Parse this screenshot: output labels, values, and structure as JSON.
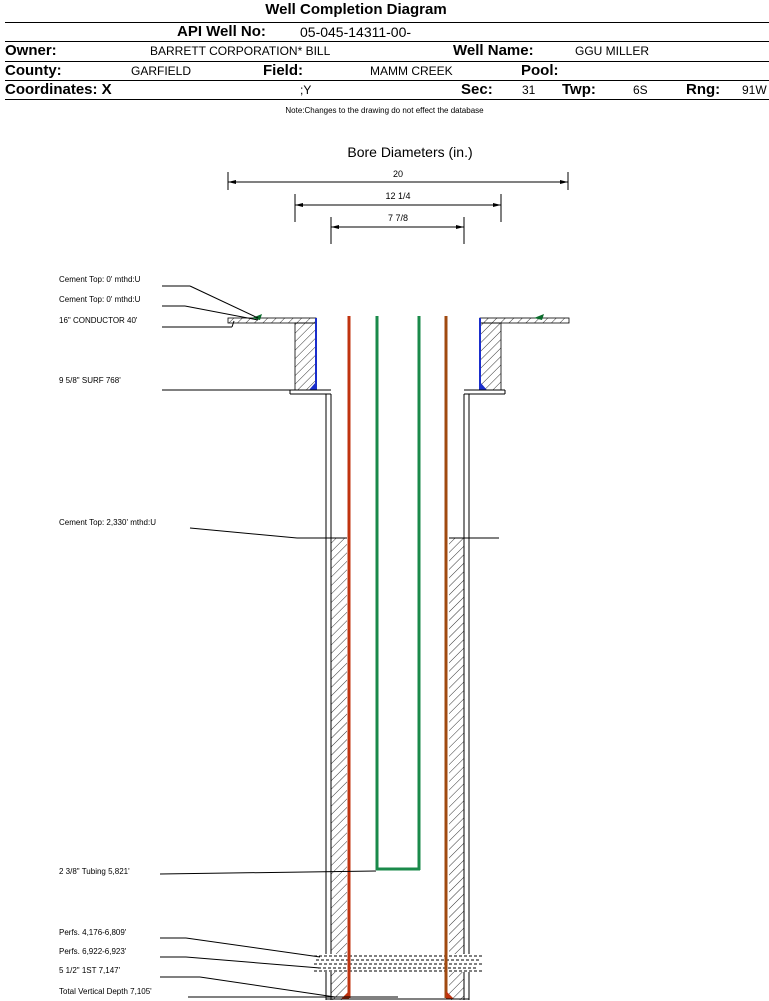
{
  "header": {
    "title": "Well Completion Diagram",
    "api_label": "API Well No:",
    "api_value": "05-045-14311-00-",
    "owner_label": "Owner:",
    "owner_value": "BARRETT CORPORATION* BILL",
    "well_name_label": "Well Name:",
    "well_name_value": "GGU MILLER",
    "county_label": "County:",
    "county_value": "GARFIELD",
    "field_label": "Field:",
    "field_value": "MAMM CREEK",
    "pool_label": "Pool:",
    "pool_value": "",
    "coords_label": "Coordinates: X",
    "coords_y": ";Y",
    "sec_label": "Sec:",
    "sec_value": "31",
    "twp_label": "Twp:",
    "twp_value": "6S",
    "rng_label": "Rng:",
    "rng_value": "91W",
    "note": "Note:Changes to the drawing do not effect the database"
  },
  "bore": {
    "title": "Bore Diameters (in.)",
    "diameters": [
      "20",
      "12 1/4",
      "7 7/8"
    ]
  },
  "annotations": [
    "Cement Top: 0' mthd:U",
    "Cement Top: 0' mthd:U",
    "16\" CONDUCTOR  40'",
    "9 5/8\" SURF      768'",
    "Cement Top: 2,330' mthd:U",
    "2 3/8\" Tubing 5,821'",
    "Perfs. 4,176-6,809'",
    "Perfs. 6,922-6,923'",
    "5 1/2\" 1ST        7,147'",
    "Total Vertical Depth 7,105'"
  ],
  "colors": {
    "casing_red": "#c0330f",
    "casing_brown": "#a04a10",
    "tubing_green": "#1a8a4a",
    "cement_blue": "#1a2ecc",
    "marker_green": "#0a6a2a"
  }
}
